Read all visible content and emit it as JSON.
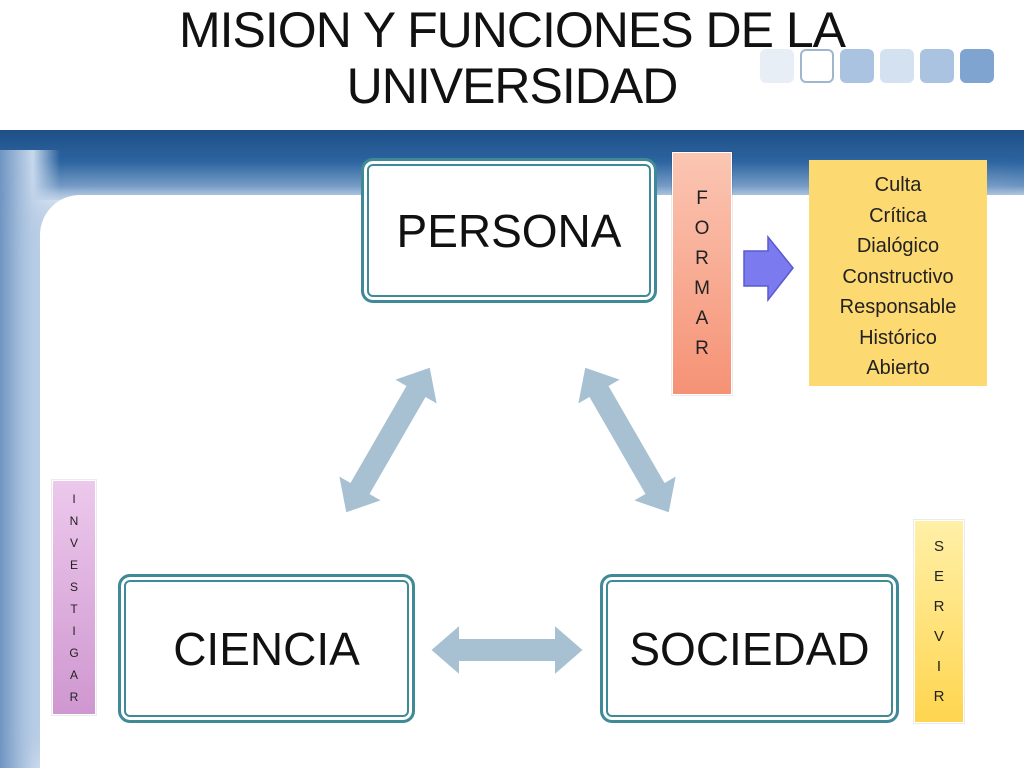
{
  "title": "MISION Y FUNCIONES DE LA UNIVERSIDAD",
  "nodes": {
    "persona": "PERSONA",
    "ciencia": "CIENCIA",
    "sociedad": "SOCIEDAD"
  },
  "functions": {
    "formar": [
      "F",
      "O",
      "R",
      "M",
      "A",
      "R"
    ],
    "investigar": [
      "I",
      "N",
      "V",
      "E",
      "S",
      "T",
      "I",
      "G",
      "A",
      "R"
    ],
    "servir": [
      "S",
      "E",
      "R",
      "V",
      "I",
      "R"
    ]
  },
  "qualities": [
    "Culta",
    "Crítica",
    "Dialógico",
    "Constructivo",
    "Responsable",
    "Histórico",
    "Abierto"
  ],
  "colors": {
    "node_border": "#3f8a96",
    "formar_box": "#f7a48a",
    "investigar_box": "#d9a8d9",
    "servir_box": "#ffd966",
    "qualities_box": "#fcd971",
    "connector_arrow": "#a8c1d2",
    "pointer_arrow": "#7b7bef",
    "header_band": "#2c64a0"
  },
  "icons": {
    "connector": "double-headed-arrow",
    "pointer": "right-arrow"
  }
}
